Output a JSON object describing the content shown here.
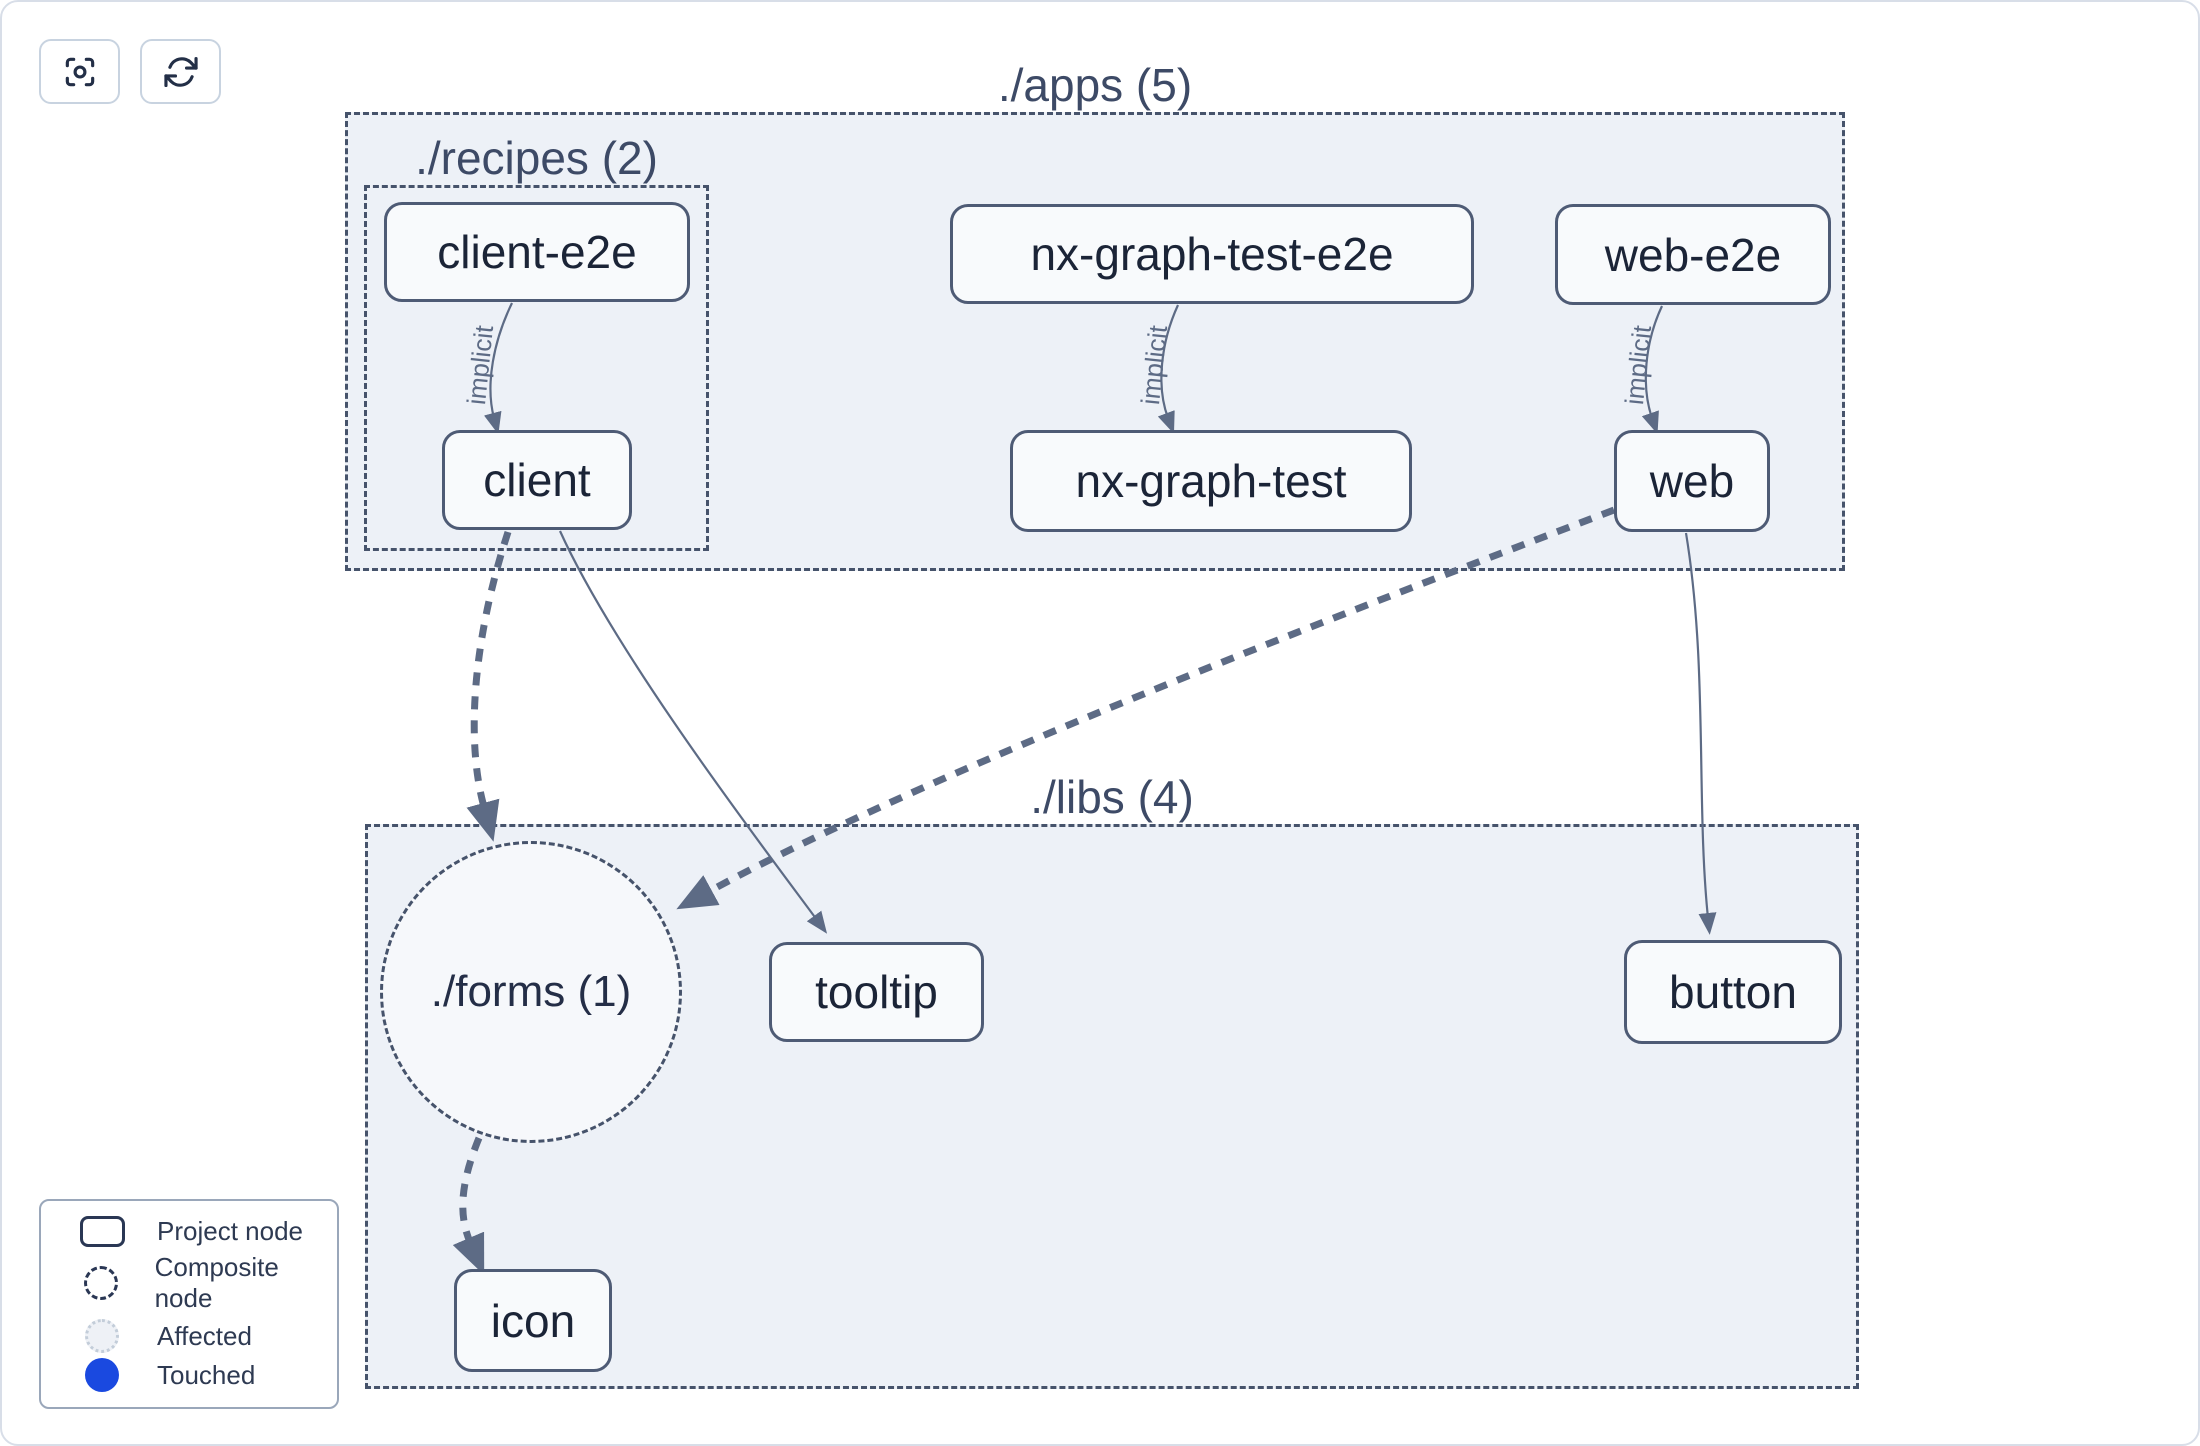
{
  "toolbar": {
    "buttons": [
      {
        "icon": "focus-icon"
      },
      {
        "icon": "refresh-icon"
      }
    ]
  },
  "groups": {
    "apps": {
      "label": "./apps (5)"
    },
    "recipes": {
      "label": "./recipes (2)"
    },
    "libs": {
      "label": "./libs (4)"
    },
    "forms": {
      "label": "./forms (1)"
    }
  },
  "nodes": {
    "client_e2e": {
      "label": "client-e2e"
    },
    "nx_graph_test_e2e": {
      "label": "nx-graph-test-e2e"
    },
    "web_e2e": {
      "label": "web-e2e"
    },
    "client": {
      "label": "client"
    },
    "nx_graph_test": {
      "label": "nx-graph-test"
    },
    "web": {
      "label": "web"
    },
    "tooltip": {
      "label": "tooltip"
    },
    "button": {
      "label": "button"
    },
    "icon": {
      "label": "icon"
    }
  },
  "edges": {
    "client_e2e_client": {
      "from": "client-e2e",
      "to": "client",
      "type": "implicit",
      "label": "implicit"
    },
    "nx_e2e_nx": {
      "from": "nx-graph-test-e2e",
      "to": "nx-graph-test",
      "type": "implicit",
      "label": "implicit"
    },
    "web_e2e_web": {
      "from": "web-e2e",
      "to": "web",
      "type": "implicit",
      "label": "implicit"
    },
    "client_forms": {
      "from": "client",
      "to": "./forms (1)",
      "type": "composite-dashed"
    },
    "web_forms": {
      "from": "web",
      "to": "./forms (1)",
      "type": "composite-dashed"
    },
    "forms_icon": {
      "from": "./forms (1)",
      "to": "icon",
      "type": "composite-dashed"
    },
    "client_tooltip": {
      "from": "client",
      "to": "tooltip",
      "type": "static"
    },
    "web_button": {
      "from": "web",
      "to": "button",
      "type": "static"
    }
  },
  "legend": {
    "items": [
      {
        "icon": "project-node-swatch",
        "label": "Project node"
      },
      {
        "icon": "composite-node-swatch",
        "label": "Composite node"
      },
      {
        "icon": "affected-swatch",
        "label": "Affected"
      },
      {
        "icon": "touched-swatch",
        "label": "Touched"
      }
    ]
  },
  "colors": {
    "touched": "#1a49e0",
    "affected_fill": "#eef1f6",
    "container_fill": "#edf1f7",
    "edge": "#5d6b85",
    "node_border": "#4e5b75"
  }
}
